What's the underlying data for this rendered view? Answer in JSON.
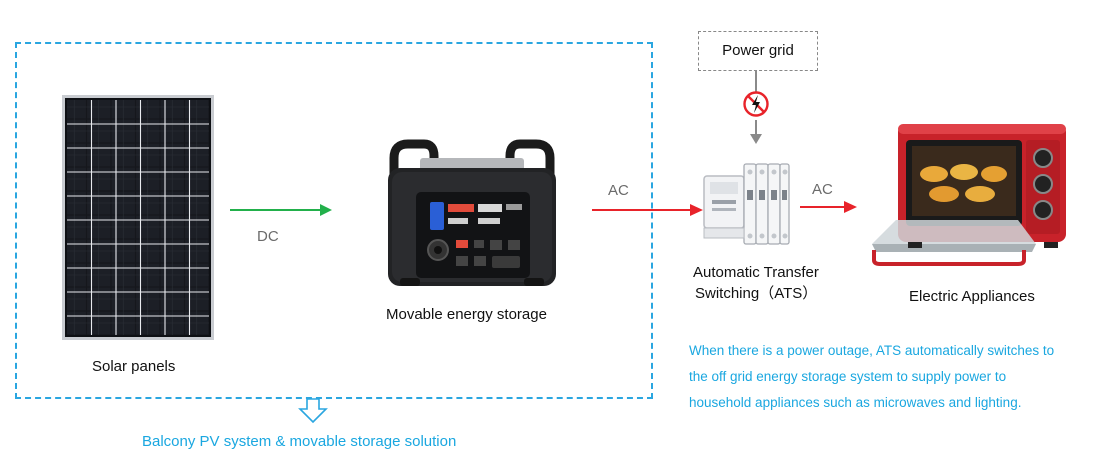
{
  "diagram": {
    "caption": "Balcony PV system & movable storage solution",
    "labels": {
      "solar": "Solar panels",
      "storage": "Movable energy storage",
      "power_grid": "Power grid",
      "ats_line1": "Automatic Transfer",
      "ats_line2": "Switching（ATS）",
      "appliances": "Electric Appliances",
      "dc": "DC",
      "ac1": "AC",
      "ac2": "AC"
    },
    "note_lines": [
      "When there is a power outage, ATS automatically switches to",
      "the off grid energy storage system to supply power to",
      "household appliances such as microwaves and lighting."
    ]
  },
  "colors": {
    "accent_blue": "#1aa7e0",
    "dc_arrow": "#22b04b",
    "ac_arrow": "#e8232a",
    "grid_arrow": "#8a8a8a",
    "grid_symbol": "#e8232a"
  }
}
